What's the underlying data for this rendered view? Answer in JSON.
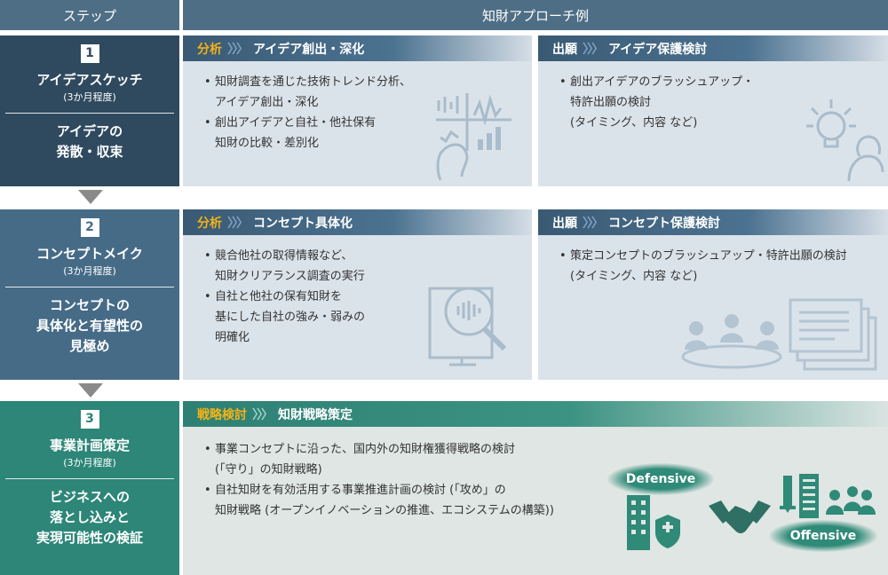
{
  "header": {
    "step_label": "ステップ",
    "approach_label": "知財アプローチ例"
  },
  "steps": [
    {
      "number": "1",
      "title": "アイデアスケッチ",
      "duration": "(3か月程度)",
      "desc_lines": [
        "アイデアの",
        "発散・収束"
      ]
    },
    {
      "number": "2",
      "title": "コンセプトメイク",
      "duration": "(3か月程度)",
      "desc_lines": [
        "コンセプトの",
        "具体化と有望性の",
        "見極め"
      ]
    },
    {
      "number": "3",
      "title": "事業計画策定",
      "duration": "(3か月程度)",
      "desc_lines": [
        "ビジネスへの",
        "落とし込みと",
        "実現可能性の検証"
      ]
    }
  ],
  "panels": {
    "p1a": {
      "tag": "分析",
      "chevrons": "〉〉〉",
      "title": "アイデア創出・深化",
      "bullets": [
        [
          "知財調査を通じた技術トレンド分析、",
          "アイデア創出・深化"
        ],
        [
          "創出アイデアと自社・他社保有",
          "知財の比較・差別化"
        ]
      ]
    },
    "p1b": {
      "tag": "出願",
      "chevrons": "〉〉〉",
      "title": "アイデア保護検討",
      "bullets": [
        [
          "創出アイデアのブラッシュアップ・",
          "特許出願の検討",
          "(タイミング、内容 など)"
        ]
      ]
    },
    "p2a": {
      "tag": "分析",
      "chevrons": "〉〉〉",
      "title": "コンセプト具体化",
      "bullets": [
        [
          "競合他社の取得情報など、",
          "知財クリアランス調査の実行"
        ],
        [
          "自社と他社の保有知財を",
          "基にした自社の強み・弱みの",
          "明確化"
        ]
      ]
    },
    "p2b": {
      "tag": "出願",
      "chevrons": "〉〉〉",
      "title": "コンセプト保護検討",
      "bullets": [
        [
          "策定コンセプトのブラッシュアップ・特許出願の検討",
          "(タイミング、内容 など)"
        ]
      ]
    },
    "p3": {
      "tag": "戦略検討",
      "chevrons": "〉〉〉",
      "title": "知財戦略策定",
      "bullets": [
        [
          "事業コンセプトに沿った、国内外の知財権獲得戦略の検討",
          "(「守り」の知財戦略)"
        ],
        [
          "自社知財を有効活用する事業推進計画の検討 (「攻め」の",
          "知財戦略 (オープンイノベーションの推進、エコシステムの構築))"
        ]
      ]
    }
  },
  "labels": {
    "defensive": "Defensive",
    "offensive": "Offensive"
  },
  "colors": {
    "header": "#4e6e85",
    "step1": "#2f4a5f",
    "step2": "#466b87",
    "step3": "#2d8678",
    "tag": "#f3b317",
    "panel_bg": "#dbe3ea"
  }
}
